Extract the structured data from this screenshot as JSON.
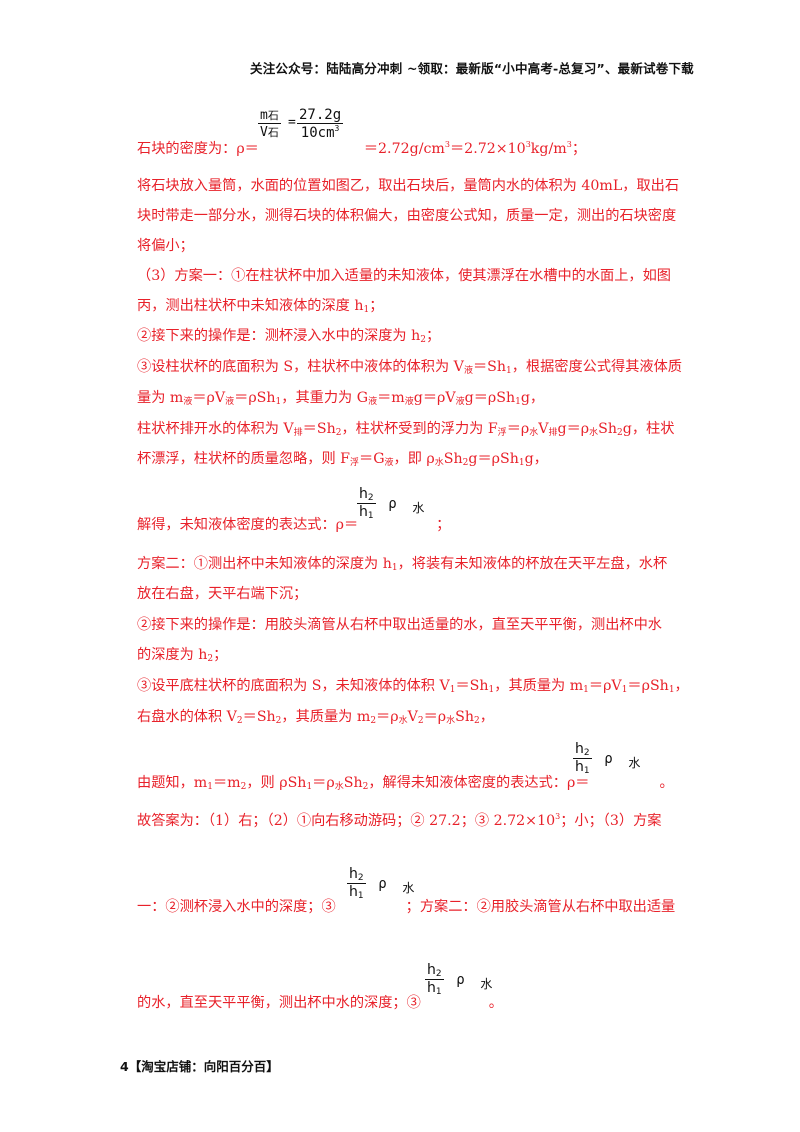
{
  "header": "关注公众号：陆陆高分冲刺 ~领取：最新版“小中高考-总复习”、最新试卷下载",
  "line_density": {
    "label": "石块的密度为：ρ＝",
    "frac_num_m": "m",
    "frac_num_sub": "石",
    "frac_den_v": "V",
    "frac_den_sub": "石",
    "eq": "=",
    "frac2_num": "27.2g",
    "frac2_den": "10cm",
    "frac2_den_exp": "3",
    "result_a": "＝2.72g/cm",
    "result_a_exp": "3",
    "result_b": "＝2.72×10",
    "result_b_exp": "3",
    "result_c": "kg/m",
    "result_c_exp": "3",
    "result_end": "；"
  },
  "p1": [
    "将石块放入量筒，水面的位置如图乙，取出石块后，量筒内水的体积为 40mL，取出石",
    "块时带走一部分水，测得石块的体积偏大，由密度公式知，质量一定，测出的石块密度",
    "将偏小；"
  ],
  "plan1": {
    "l1": "（3）方案一：①在柱状杯中加入适量的未知液体，使其漂浮在水槽中的水面上，如图",
    "l2a": "丙，测出柱状杯中未知液体的深度 h",
    "l2sub": "1",
    "l2b": "；",
    "l3a": "②接下来的操作是：测杯浸入水中的深度为 h",
    "l3sub": "2",
    "l3b": "；",
    "l4a": "③设柱状杯的底面积为 S，柱状杯中液体的体积为 V",
    "l4s1": "液",
    "l4b": "＝Sh",
    "l4s2": "1",
    "l4c": "，根据密度公式得其液体质",
    "l5a": "量为 m",
    "l5s1": "液",
    "l5b": "＝ρV",
    "l5s2": "液",
    "l5c": "＝ρSh",
    "l5s3": "1",
    "l5d": "，其重力为 G",
    "l5s4": "液",
    "l5e": "＝m",
    "l5s5": "液",
    "l5f": "g＝ρV",
    "l5s6": "液",
    "l5g": "g＝ρSh",
    "l5s7": "1",
    "l5h": "g，",
    "l6a": "柱状杯排开水的体积为 V",
    "l6s1": "排",
    "l6b": "＝Sh",
    "l6s2": "2",
    "l6c": "，柱状杯受到的浮力为 F",
    "l6s3": "浮",
    "l6d": "＝ρ",
    "l6s4": "水",
    "l6e": "V",
    "l6s5": "排",
    "l6f": "g＝ρ",
    "l6s6": "水",
    "l6g": "Sh",
    "l6s7": "2",
    "l6h": "g，柱状",
    "l7a": "杯漂浮，柱状杯的质量忽略，则 F",
    "l7s1": "浮",
    "l7b": "＝G",
    "l7s2": "液",
    "l7c": "，即 ρ",
    "l7s3": "水",
    "l7d": "Sh",
    "l7s4": "2",
    "l7e": "g＝ρSh",
    "l7s5": "1",
    "l7f": "g，",
    "l8": "解得，未知液体密度的表达式：ρ＝",
    "l8end": "；"
  },
  "formula": {
    "num": "h",
    "num_sub": "2",
    "den": "h",
    "den_sub": "1",
    "rho": "ρ",
    "water": "水"
  },
  "plan2": {
    "l1a": "方案二：①测出杯中未知液体的深度为 h",
    "l1sub": "1",
    "l1b": "，将装有未知液体的杯放在天平左盘，水杯",
    "l2": "放在右盘，天平右端下沉；",
    "l3": "②接下来的操作是：用胶头滴管从右杯中取出适量的水，直至天平平衡，测出杯中水",
    "l4a": "的深度为 h",
    "l4sub": "2",
    "l4b": "；",
    "l5a": "③设平底柱状杯的底面积为 S，未知液体的体积 V",
    "l5s1": "1",
    "l5b": "＝Sh",
    "l5s2": "1",
    "l5c": "，其质量为 m",
    "l5s3": "1",
    "l5d": "＝ρV",
    "l5s4": "1",
    "l5e": "＝ρSh",
    "l5s5": "1",
    "l5f": "，",
    "l6a": "右盘水的体积 V",
    "l6s1": "2",
    "l6b": "＝Sh",
    "l6s2": "2",
    "l6c": "，其质量为 m",
    "l6s3": "2",
    "l6d": "＝ρ",
    "l6s4": "水",
    "l6e": "V",
    "l6s5": "2",
    "l6f": "＝ρ",
    "l6s6": "水",
    "l6g": "Sh",
    "l6s7": "2",
    "l6h": "，",
    "l7a": "由题知，m",
    "l7s1": "1",
    "l7b": "＝m",
    "l7s2": "2",
    "l7c": "，则 ρSh",
    "l7s3": "1",
    "l7d": "＝ρ",
    "l7s4": "水",
    "l7e": "Sh",
    "l7s5": "2",
    "l7f": "，解得未知液体密度的表达式：ρ＝",
    "l7end": "。"
  },
  "answer": {
    "l1a": "故答案为：（1）右；（2）①向右移动游码；② 27.2；③ 2.72×10",
    "l1exp": "3",
    "l1b": "；小；（3）方案",
    "l2a": "一：②测杯浸入水中的深度；③",
    "l2b": "；方案二：②用胶头滴管从右杯中取出适量",
    "l3a": "的水，直至天平平衡，测出杯中水的深度；③",
    "l3end": "。"
  },
  "footer": "4【淘宝店铺：向阳百分百】"
}
